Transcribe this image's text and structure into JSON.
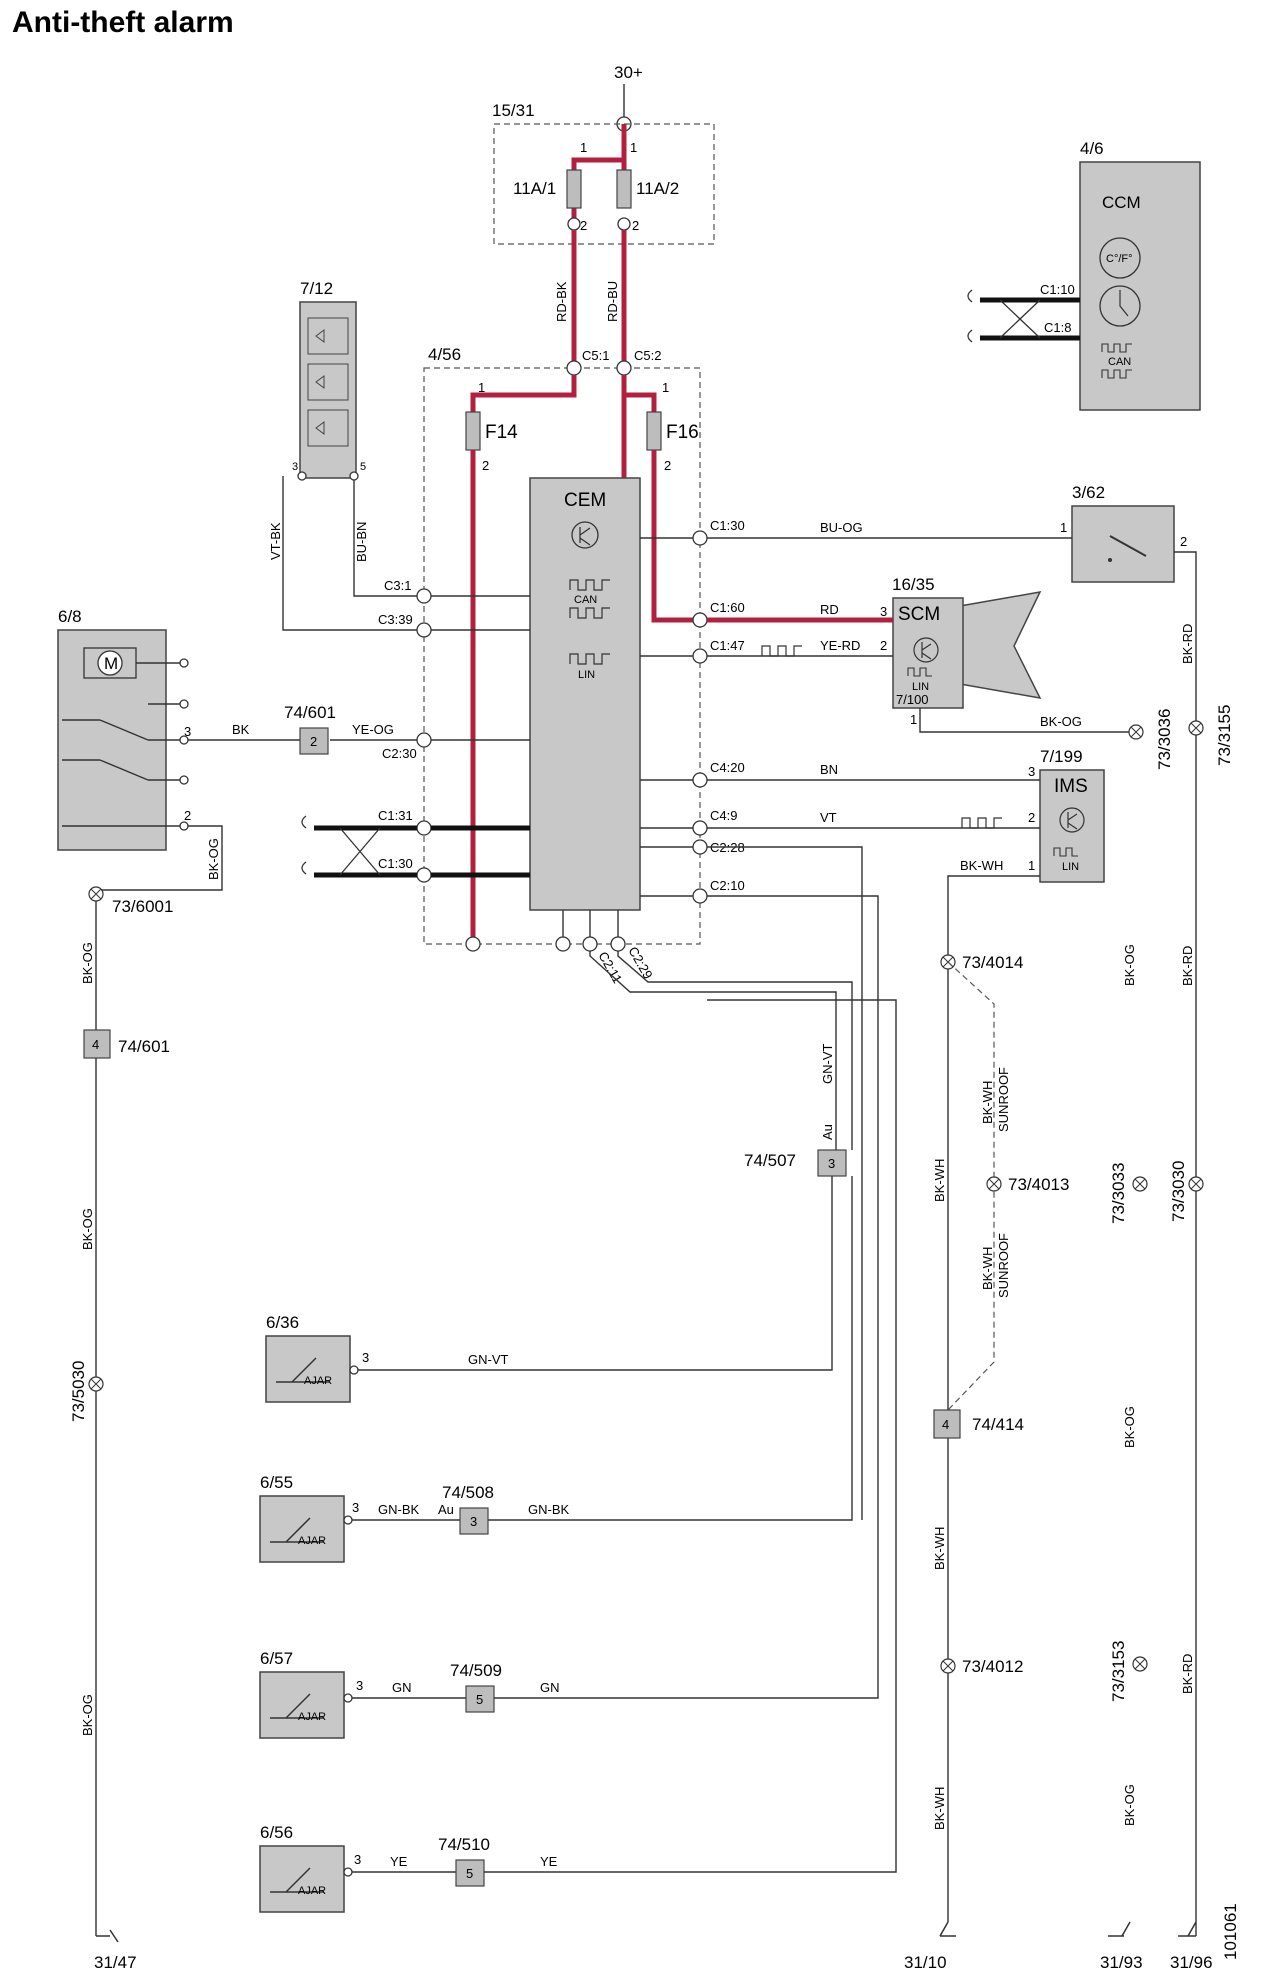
{
  "title": "Anti-theft alarm",
  "document_id": "101061",
  "supply": {
    "label": "30+"
  },
  "fusebox_1531": {
    "label": "15/31",
    "fuse_a": "11A/1",
    "fuse_b": "11A/2",
    "pin_1": "1",
    "pin_2": "2"
  },
  "wire_rd_bk": "RD-BK",
  "wire_rd_bu": "RD-BU",
  "cem_box": {
    "label": "4/56",
    "fuse_left": "F14",
    "fuse_right": "F16",
    "pin_1": "1",
    "pin_2": "2",
    "module": "CEM",
    "can": "CAN",
    "lin": "LIN",
    "pins": {
      "c5_1": "C5:1",
      "c5_2": "C5:2",
      "c3_1": "C3:1",
      "c3_39": "C3:39",
      "c2_30": "C2:30",
      "c1_31": "C1:31",
      "c1_30": "C1:30",
      "c1_30r": "C1:30",
      "c1_60": "C1:60",
      "c1_47": "C1:47",
      "c4_20": "C4:20",
      "c4_9": "C4:9",
      "c2_28": "C2:28",
      "c2_10": "C2:10",
      "c2_11": "C2:11",
      "c2_29": "C2:29"
    }
  },
  "led_module": {
    "label": "7/12",
    "pin_3": "3",
    "pin_5": "5"
  },
  "wires": {
    "vt_bk": "VT-BK",
    "bu_bn": "BU-BN",
    "bk": "BK",
    "ye_og": "YE-OG",
    "bk_og": "BK-OG",
    "bu_og": "BU-OG",
    "rd": "RD",
    "ye_rd": "YE-RD",
    "bn": "BN",
    "vt": "VT",
    "bk_wh": "BK-WH",
    "bk_rd": "BK-RD",
    "gn_vt": "GN-VT",
    "gn_bk": "GN-BK",
    "gn": "GN",
    "ye": "YE",
    "sunroof": "SUNROOF",
    "au": "Au"
  },
  "lock_motor": {
    "label": "6/8",
    "motor": "M",
    "pin_3": "3",
    "pin_2": "2"
  },
  "ccm": {
    "label": "4/6",
    "name": "CCM",
    "temp": "C°/F°",
    "can": "CAN",
    "pin_10": "C1:10",
    "pin_8": "C1:8"
  },
  "switch_362": {
    "label": "3/62",
    "pin_1": "1",
    "pin_2": "2"
  },
  "scm": {
    "label": "16/35",
    "name": "SCM",
    "lin": "LIN",
    "sub": "7/100",
    "pin_3": "3",
    "pin_2": "2",
    "pin_1": "1"
  },
  "ims": {
    "label": "7/199",
    "name": "IMS",
    "lin": "LIN",
    "pin_3": "3",
    "pin_2": "2",
    "pin_1": "1"
  },
  "splices": {
    "s74_601a": "74/601",
    "s74_601a_pin": "2",
    "s74_601b": "74/601",
    "s74_601b_pin": "4",
    "s74_507": "74/507",
    "s74_507_pin": "3",
    "s74_508": "74/508",
    "s74_508_pin": "3",
    "s74_509": "74/509",
    "s74_509_pin": "5",
    "s74_510": "74/510",
    "s74_510_pin": "5",
    "s74_414": "74/414",
    "s74_414_pin": "4"
  },
  "grounds_points": {
    "g73_6001": "73/6001",
    "g73_5030": "73/5030",
    "g73_3036": "73/3036",
    "g73_3155": "73/3155",
    "g73_4014": "73/4014",
    "g73_4013": "73/4013",
    "g73_3033": "73/3033",
    "g73_3030": "73/3030",
    "g73_4012": "73/4012",
    "g73_3153": "73/3153"
  },
  "door_switches": [
    {
      "label": "6/36",
      "pin": "3",
      "ajar": "AJAR"
    },
    {
      "label": "6/55",
      "pin": "3",
      "ajar": "AJAR"
    },
    {
      "label": "6/57",
      "pin": "3",
      "ajar": "AJAR"
    },
    {
      "label": "6/56",
      "pin": "3",
      "ajar": "AJAR"
    }
  ],
  "grounds": {
    "g31_47": "31/47",
    "g31_10": "31/10",
    "g31_93": "31/93",
    "g31_96": "31/96"
  },
  "colors": {
    "power": "#b3203f",
    "module": "#c8c8c8",
    "bus": "#111111"
  }
}
